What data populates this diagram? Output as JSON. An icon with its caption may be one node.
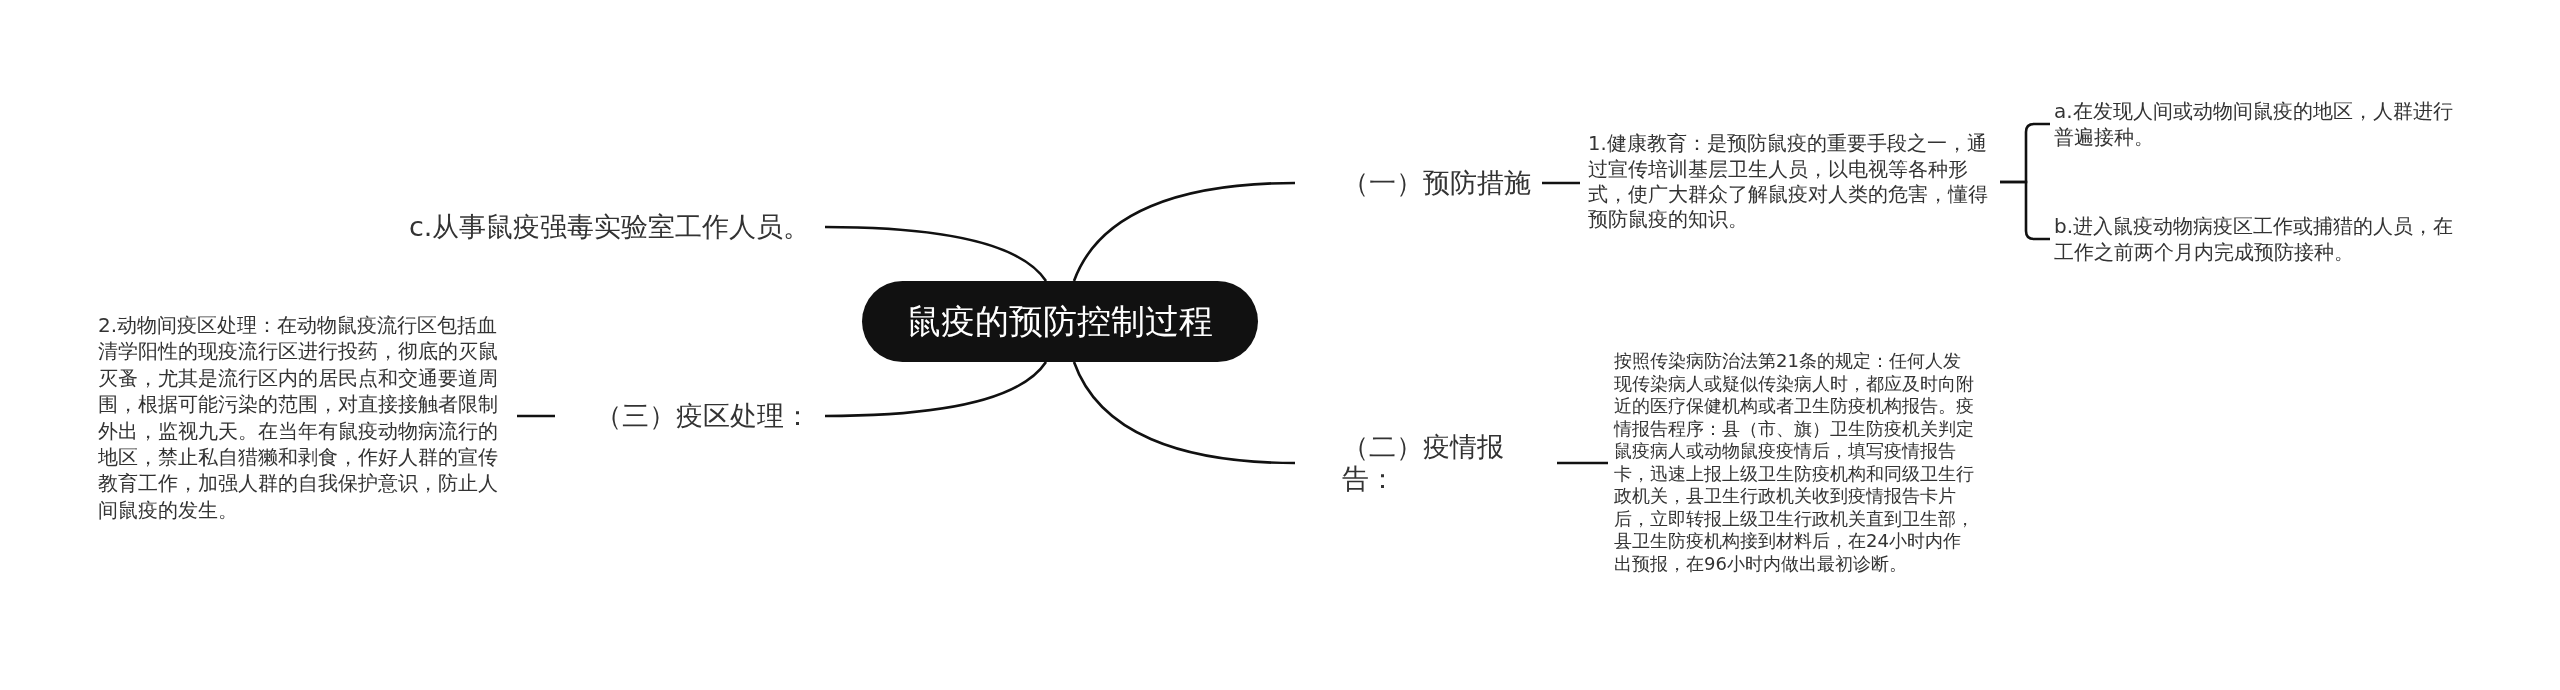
{
  "diagram": {
    "nodes": [
      {
        "text": [
          "鼠疫的预防控制过程"
        ]
      },
      {
        "text": [
          "（一）预防措施"
        ]
      },
      {
        "text": [
          "1.健康教育：是预防鼠疫的重要手段之一，通过宣传培训基层卫生人员，以电视等各种形式，使广大群众了解鼠疫对人类的危害，懂得预防鼠疫的知识。"
        ]
      },
      {
        "text": [
          "a.在发现人间或动物间鼠疫的地区，人群进行普遍接种。"
        ]
      },
      {
        "text": [
          "b.进入鼠疫动物病疫区工作或捕猎的人员，在工作之前两个月内完成预防接种。"
        ]
      },
      {
        "text": [
          "（二）疫情报告："
        ]
      },
      {
        "text": [
          "按照传染病防治法第21条的规定：任何人发现传染病人或疑似传染病人时，都应及时向附近的医疗保健机构或者卫生防疫机构报告。疫情报告程序：县（市、旗）卫生防疫机关判定鼠疫病人或动物鼠疫疫情后，填写疫情报告卡，迅速上报上级卫生防疫机构和同级卫生行政机关，县卫生行政机关收到疫情报告卡片后，立即转报上级卫生行政机关直到卫生部，县卫生防疫机构接到材料后，在24小时内作出预报，在96小时内做出最初诊断。"
        ]
      },
      {
        "text": [
          "c.从事鼠疫强毒实验室工作人员。"
        ]
      },
      {
        "text": [
          "（三）疫区处理："
        ]
      },
      {
        "text": [
          "2.动物间疫区处理：在动物鼠疫流行区包括血清学阳性的现疫流行区进行投药，彻底的灭鼠灭蚤，尤其是流行区内的居民点和交通要道周围，根据可能污染的范围，对直接接触者限制外出，监视九天。在当年有鼠疫动物病流行的地区，禁止私自猎獭和剥食，作好人群的宣传教育工作，加强人群的自我保护意识，防止人间鼠疫的发生。"
        ]
      }
    ],
    "edges": [
      {
        "from": 0,
        "to": 1,
        "arrow": "none"
      },
      {
        "from": 1,
        "to": 2,
        "arrow": "none"
      },
      {
        "from": 2,
        "to": 3,
        "arrow": "none"
      },
      {
        "from": 2,
        "to": 4,
        "arrow": "none"
      },
      {
        "from": 0,
        "to": 5,
        "arrow": "none"
      },
      {
        "from": 5,
        "to": 6,
        "arrow": "none"
      },
      {
        "from": 0,
        "to": 7,
        "arrow": "none"
      },
      {
        "from": 0,
        "to": 8,
        "arrow": "none"
      },
      {
        "from": 8,
        "to": 9,
        "arrow": "none"
      }
    ]
  }
}
